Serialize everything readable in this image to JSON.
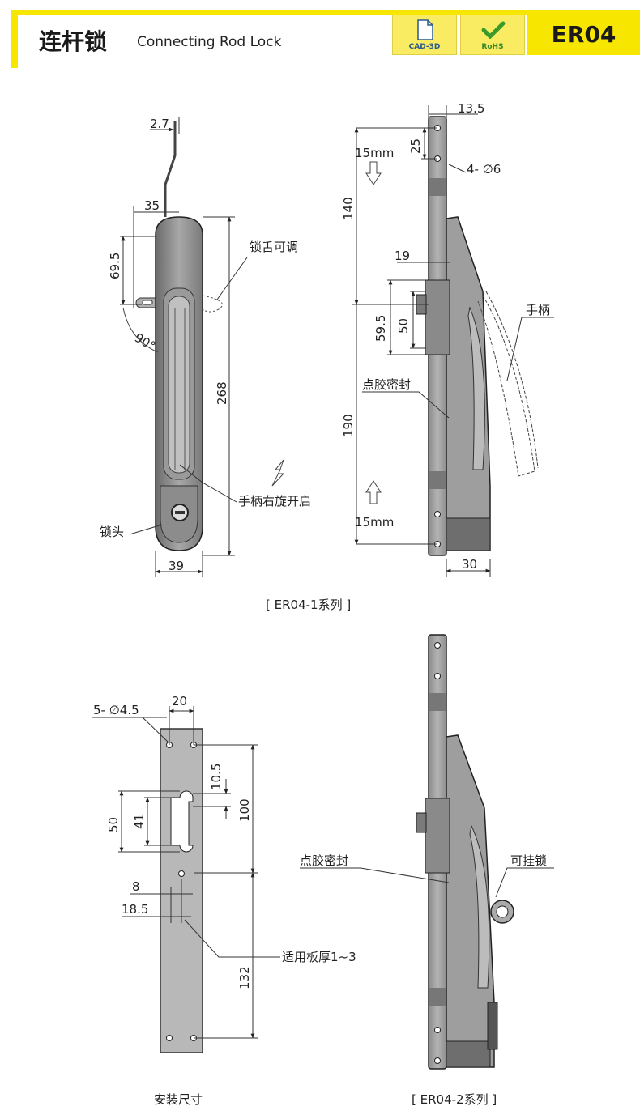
{
  "header": {
    "title_cn": "连杆锁",
    "title_en": "Connecting Rod Lock",
    "badge_cad": "CAD-3D",
    "badge_rohs": "RoHS",
    "product_code": "ER04"
  },
  "er04_1": {
    "caption": "[ ER04-1系列 ]",
    "front": {
      "dim_thickness": "2.7",
      "dim_width_top": "35",
      "dim_69_5": "69.5",
      "dim_angle": "90°",
      "dim_height": "268",
      "dim_width_bottom": "39",
      "label_tongue": "锁舌可调",
      "label_rotate": "手柄右旋开启",
      "label_lock_head": "锁头"
    },
    "side": {
      "dim_13_5": "13.5",
      "dim_25": "25",
      "dim_holes": "4- ∅6",
      "dim_15mm_top": "15mm",
      "dim_140": "140",
      "dim_19": "19",
      "dim_59_5": "59.5",
      "dim_50": "50",
      "dim_190": "190",
      "dim_15mm_bottom": "15mm",
      "dim_30": "30",
      "label_handle": "手柄",
      "label_seal": "点胶密封"
    }
  },
  "mounting": {
    "caption": "安装尺寸",
    "dim_holes": "5- ∅4.5",
    "dim_20": "20",
    "dim_10_5": "10.5",
    "dim_100": "100",
    "dim_50": "50",
    "dim_41": "41",
    "dim_8": "8",
    "dim_18_5": "18.5",
    "dim_132": "132",
    "label_thickness": "适用板厚1~3"
  },
  "er04_2": {
    "caption": "[ ER04-2系列 ]",
    "label_seal": "点胶密封",
    "label_padlock": "可挂锁"
  }
}
